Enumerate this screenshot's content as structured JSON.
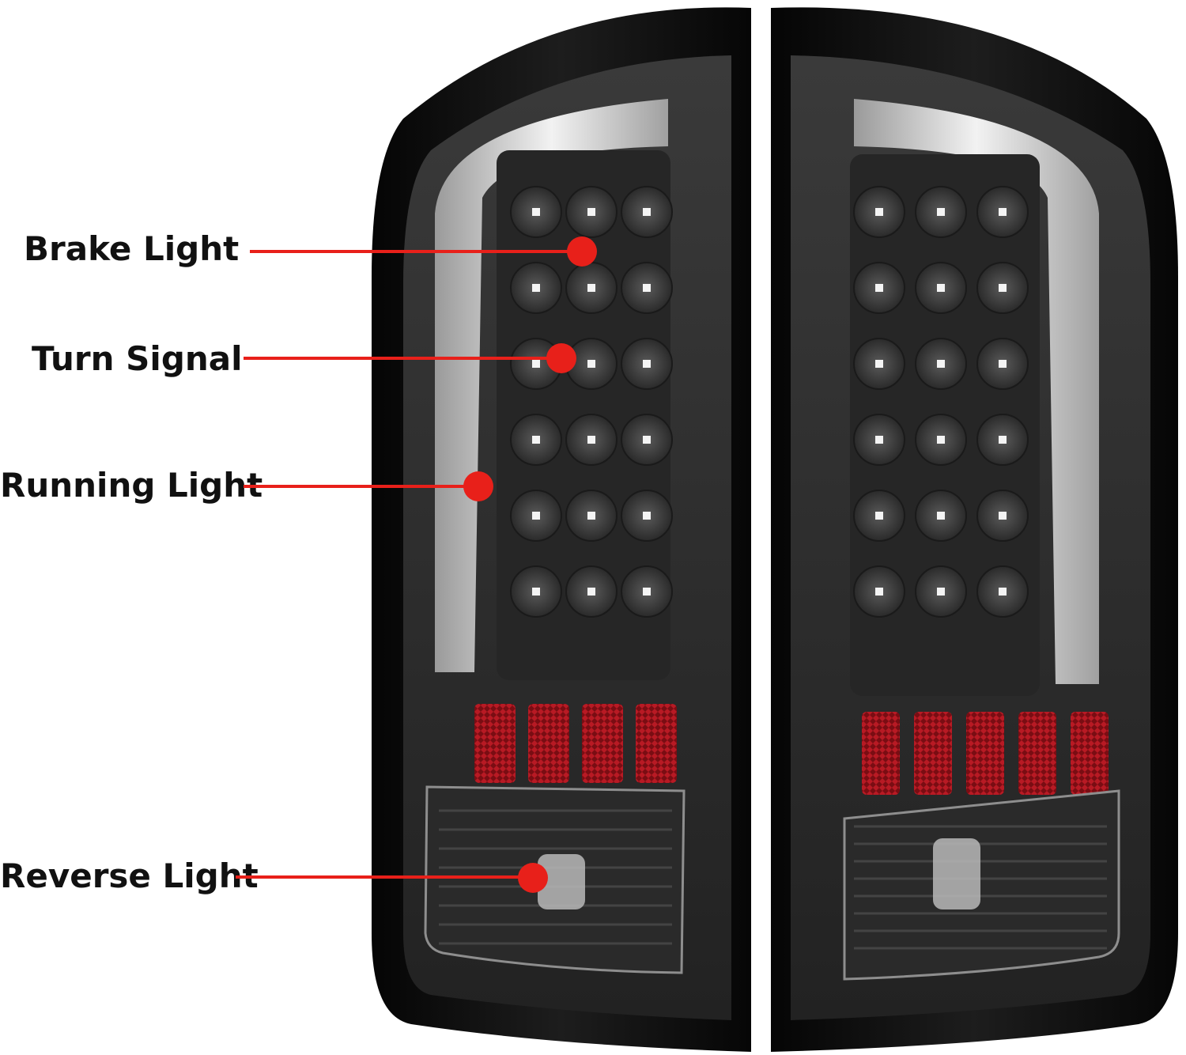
{
  "callouts": [
    {
      "label": "Brake Light"
    },
    {
      "label": "Turn Signal"
    },
    {
      "label": "Running Light"
    },
    {
      "label": "Reverse Light"
    }
  ],
  "colors": {
    "callout_red": "#e8201a",
    "housing": "#141414",
    "lens_smoke": "#2e2e2e",
    "light_bar": "#dcdcdc",
    "reflector_red": "#a8141c"
  }
}
